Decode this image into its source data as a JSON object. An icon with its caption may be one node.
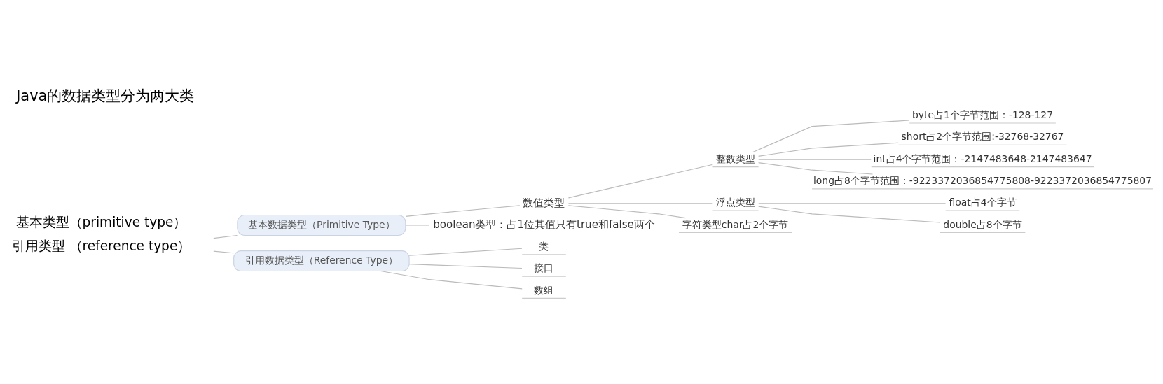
{
  "diagram": {
    "title": "Java的数据类型分为两大类",
    "nodes": [
      {
        "text": [
          "基本数据类型（Primitive Type）"
        ]
      },
      {
        "text": [
          "数值类型"
        ]
      },
      {
        "text": [
          "整数类型"
        ]
      },
      {
        "text": [
          "byte占1个字节范围：-128-127"
        ]
      },
      {
        "text": [
          "short占2个字节范围:-32768-32767"
        ]
      },
      {
        "text": [
          "int占4个字节范围：-2147483648-2147483647"
        ]
      },
      {
        "text": [
          "long占8个字节范围：-9223372036854775808-9223372036854775807"
        ]
      },
      {
        "text": [
          "浮点类型"
        ]
      },
      {
        "text": [
          "float占4个字节"
        ]
      },
      {
        "text": [
          "double占8个字节"
        ]
      },
      {
        "text": [
          "字符类型char占2个字节"
        ]
      },
      {
        "text": [
          "boolean类型：占1位其值只有true和false两个"
        ]
      },
      {
        "text": [
          "引用数据类型（Reference Type）"
        ]
      },
      {
        "text": [
          "类"
        ]
      },
      {
        "text": [
          "接口"
        ]
      },
      {
        "text": [
          "数组"
        ]
      }
    ],
    "edges": [
      {
        "from": null,
        "to": 0,
        "arrow": "none"
      },
      {
        "from": 0,
        "to": 1,
        "arrow": "none"
      },
      {
        "from": 1,
        "to": 2,
        "arrow": "none"
      },
      {
        "from": 2,
        "to": 3,
        "arrow": "none"
      },
      {
        "from": 2,
        "to": 4,
        "arrow": "none"
      },
      {
        "from": 2,
        "to": 5,
        "arrow": "none"
      },
      {
        "from": 2,
        "to": 6,
        "arrow": "none"
      },
      {
        "from": 1,
        "to": 7,
        "arrow": "none"
      },
      {
        "from": 7,
        "to": 8,
        "arrow": "none"
      },
      {
        "from": 7,
        "to": 9,
        "arrow": "none"
      },
      {
        "from": 1,
        "to": 10,
        "arrow": "none"
      },
      {
        "from": 0,
        "to": 11,
        "arrow": "none"
      },
      {
        "from": null,
        "to": 12,
        "arrow": "none"
      },
      {
        "from": 12,
        "to": 13,
        "arrow": "none"
      },
      {
        "from": 12,
        "to": 14,
        "arrow": "none"
      },
      {
        "from": 12,
        "to": 15,
        "arrow": "none"
      }
    ],
    "labels": [
      "基本类型（primitive type）",
      "引用类型 （reference type）"
    ]
  }
}
